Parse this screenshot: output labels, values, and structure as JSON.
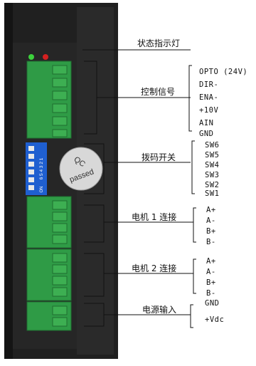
{
  "labels": {
    "status": "状态指示灯",
    "control": "控制信号",
    "dip": "拨码开关",
    "motor1": "电机 1 连接",
    "motor2": "电机 2 连接",
    "power": "电源输入"
  },
  "sticker": {
    "line1": "QC",
    "line2": "passed"
  },
  "dip_marks": {
    "numbers": "6 5 4 3 2 1",
    "on": "ON"
  },
  "control_pins": [
    "OPTO (24V)",
    "DIR-",
    "ENA-",
    "+10V",
    "AIN",
    "GND"
  ],
  "dip_pins": [
    "SW6",
    "SW5",
    "SW4",
    "SW3",
    "SW2",
    "SW1"
  ],
  "motor1_pins": [
    "A+",
    "A-",
    "B+",
    "B-"
  ],
  "motor2_pins": [
    "A+",
    "A-",
    "B+",
    "B-"
  ],
  "power_pins": [
    "GND",
    "+Vdc"
  ],
  "colors": {
    "housing": "#1c1c1c",
    "terminal_green": "#2f9b46",
    "dip_blue": "#1f5fd0",
    "led_green": "#3cd13c",
    "led_red": "#d42020"
  }
}
